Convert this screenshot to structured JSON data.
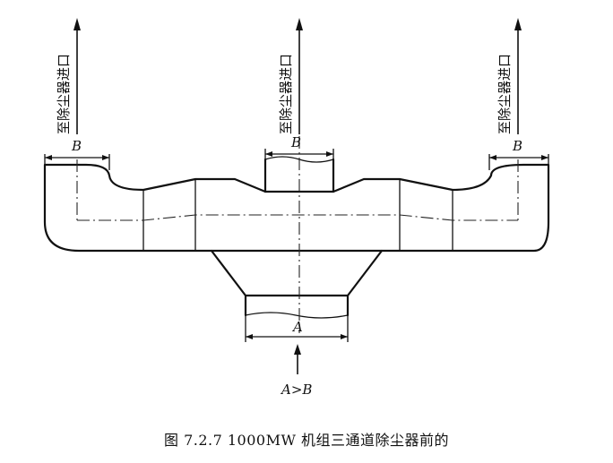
{
  "labels": {
    "outlet_left": "至除尘器进口",
    "outlet_center": "至除尘器进口",
    "outlet_right": "至除尘器进口",
    "dim_left": "B",
    "dim_center": "B",
    "dim_right": "B",
    "dim_bottom": "A",
    "inlet": "A>B"
  },
  "caption": "图 7.2.7   1000MW 机组三通道除尘器前的"
}
